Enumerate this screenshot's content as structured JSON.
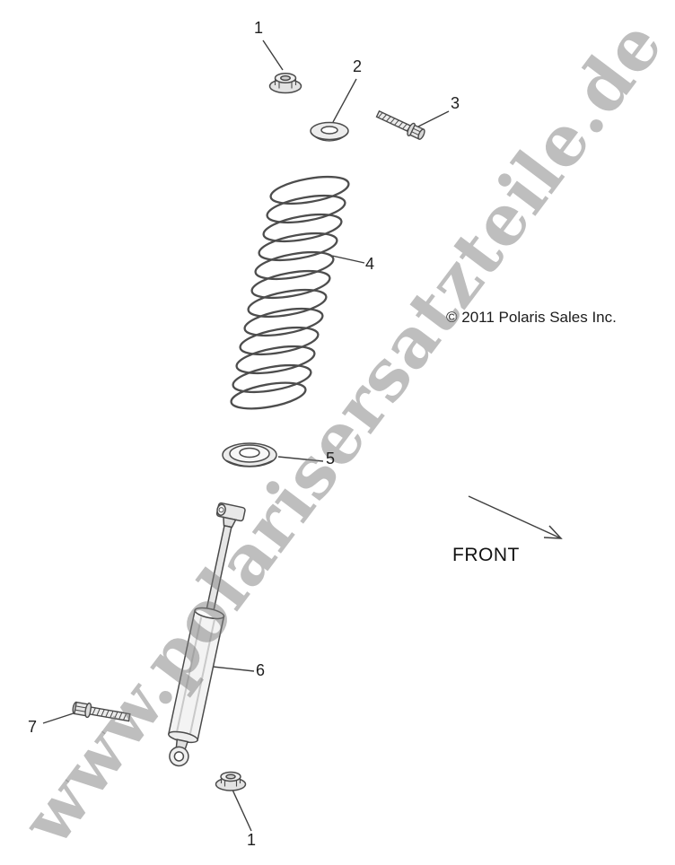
{
  "diagram": {
    "watermark": "www.polarisersatzteile.de",
    "copyright": "© 2011 Polaris Sales Inc.",
    "front_label": "FRONT",
    "callouts": [
      {
        "id": "flange-nut-top",
        "label": "1"
      },
      {
        "id": "retainer-washer",
        "label": "2"
      },
      {
        "id": "upper-bolt",
        "label": "3"
      },
      {
        "id": "coil-spring",
        "label": "4"
      },
      {
        "id": "spring-seat-cup",
        "label": "5"
      },
      {
        "id": "shock-absorber",
        "label": "6"
      },
      {
        "id": "lower-bolt",
        "label": "7"
      },
      {
        "id": "flange-nut-bottom",
        "label": "1"
      }
    ],
    "colors": {
      "line": "#3f3f3f",
      "part_stroke": "#4a4a4a",
      "watermark": "#7d7d7d",
      "background": "#ffffff"
    }
  }
}
